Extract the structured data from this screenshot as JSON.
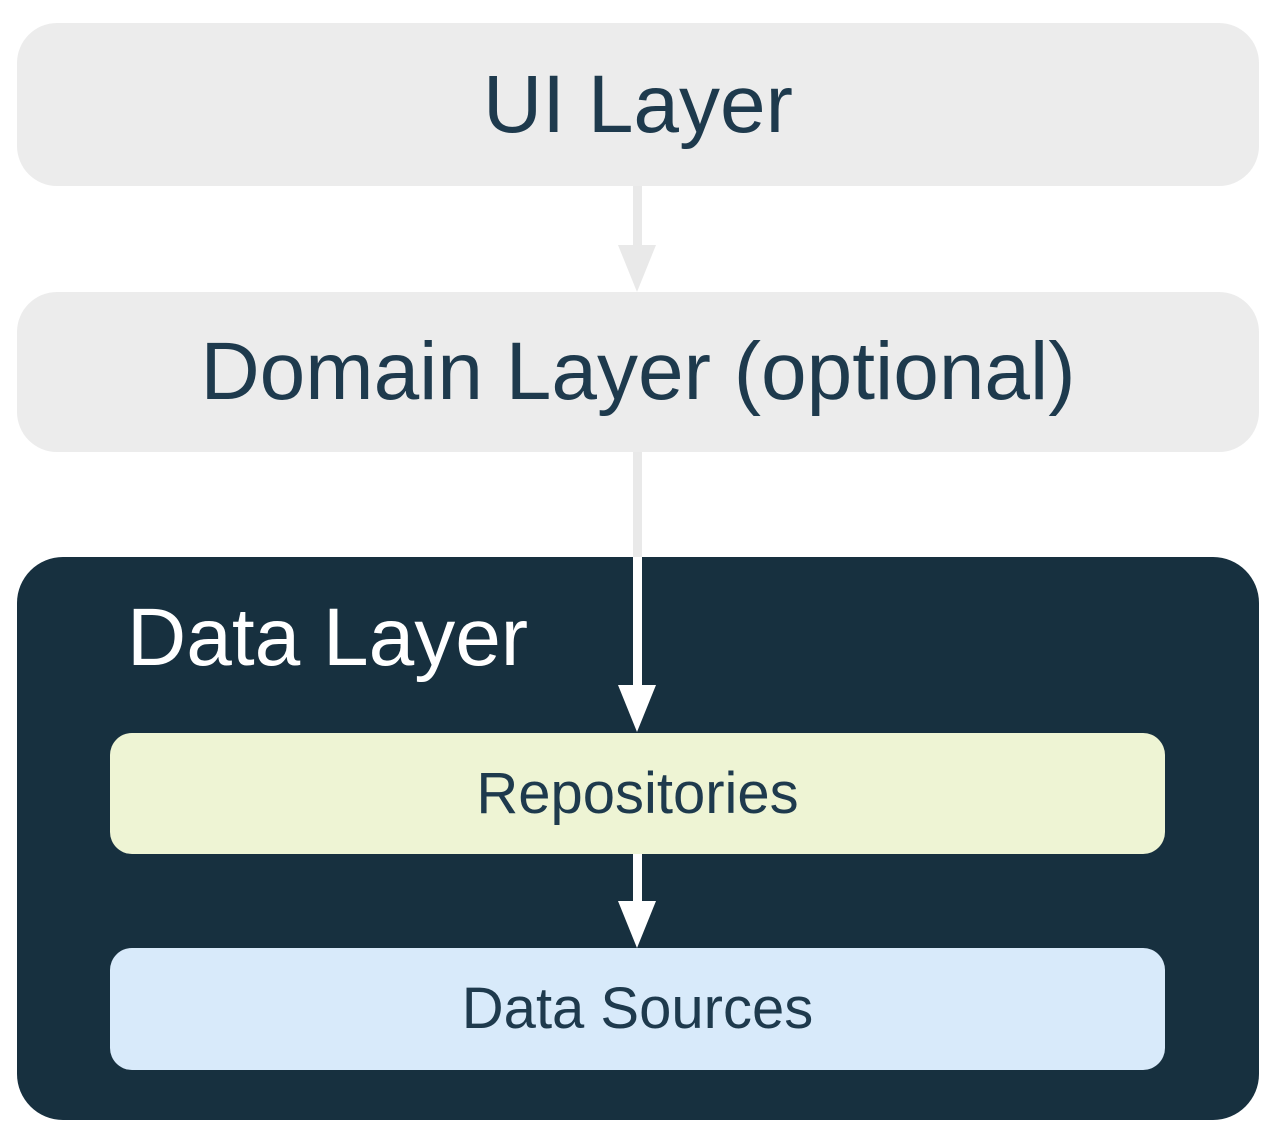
{
  "diagram": {
    "ui_layer": {
      "label": "UI Layer"
    },
    "domain_layer": {
      "label": "Domain Layer (optional)"
    },
    "data_layer": {
      "label": "Data Layer",
      "children": {
        "repositories": {
          "label": "Repositories"
        },
        "data_sources": {
          "label": "Data Sources"
        }
      }
    },
    "arrows": [
      {
        "name": "ui-to-domain"
      },
      {
        "name": "domain-to-repositories"
      },
      {
        "name": "repositories-to-data-sources"
      }
    ]
  },
  "colors": {
    "page_bg": "#FFFFFF",
    "box_gray": "#ECECEC",
    "navy": "#17303F",
    "text_navy": "#1E3A4D",
    "pale_yellow": "#EEF4D4",
    "light_blue": "#D8EAFA",
    "arrow_gray": "#E9E9E9",
    "white": "#FFFFFF"
  }
}
